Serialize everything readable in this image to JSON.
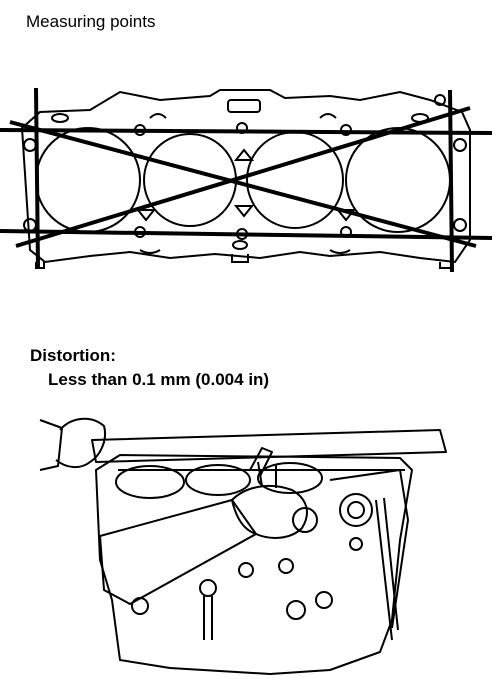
{
  "figure_top": {
    "title": "Measuring points"
  },
  "figure_bottom": {
    "spec_label": "Distortion:",
    "spec_value": "Less than 0.1 mm (0.004 in)"
  },
  "colors": {
    "ink": "#000000",
    "paper": "#ffffff"
  }
}
